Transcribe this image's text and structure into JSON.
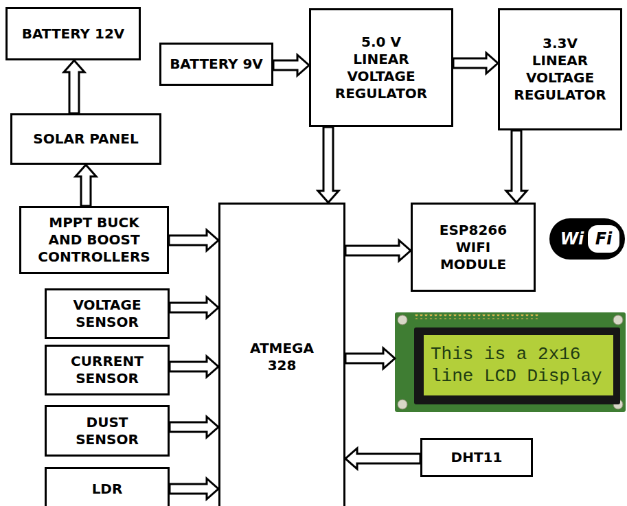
{
  "diagram": {
    "nodes": [
      {
        "text": [
          "BATTERY 12V"
        ]
      },
      {
        "text": [
          "BATTERY 9V"
        ]
      },
      {
        "text": [
          "5.0 V LINEAR VOLTAGE REGULATOR"
        ]
      },
      {
        "text": [
          "3.3V LINEAR VOLTAGE REGULATOR"
        ]
      },
      {
        "text": [
          "SOLAR PANEL"
        ]
      },
      {
        "text": [
          "MPPT BUCK AND BOOST CONTROLLERS"
        ]
      },
      {
        "text": [
          "ATMEGA 328"
        ]
      },
      {
        "text": [
          "ESP8266 WIFI MODULE"
        ]
      },
      {
        "text": [
          "VOLTAGE SENSOR"
        ]
      },
      {
        "text": [
          "This is a 2x16 line LCD Display"
        ]
      },
      {
        "text": [
          "CURRENT SENSOR"
        ]
      },
      {
        "text": [
          "DUST SENSOR"
        ]
      },
      {
        "text": [
          "DHT11"
        ]
      },
      {
        "text": [
          "LDR"
        ]
      }
    ],
    "edges": [
      {
        "from": 4,
        "to": 0,
        "arrow": "to"
      },
      {
        "from": 5,
        "to": 4,
        "arrow": "to"
      },
      {
        "from": 5,
        "to": 6,
        "arrow": "to"
      },
      {
        "from": 1,
        "to": 2,
        "arrow": "to"
      },
      {
        "from": 2,
        "to": 3,
        "arrow": "to"
      },
      {
        "from": 2,
        "to": 6,
        "arrow": "to"
      },
      {
        "from": 3,
        "to": 7,
        "arrow": "to"
      },
      {
        "from": 6,
        "to": 7,
        "arrow": "to"
      },
      {
        "from": 8,
        "to": 6,
        "arrow": "to"
      },
      {
        "from": 10,
        "to": 6,
        "arrow": "to"
      },
      {
        "from": 11,
        "to": 6,
        "arrow": "to"
      },
      {
        "from": 13,
        "to": 6,
        "arrow": "to"
      },
      {
        "from": 6,
        "to": 9,
        "arrow": "to"
      },
      {
        "from": 12,
        "to": 6,
        "arrow": "to"
      }
    ],
    "labels": [
      "Wi",
      "Fi"
    ]
  }
}
